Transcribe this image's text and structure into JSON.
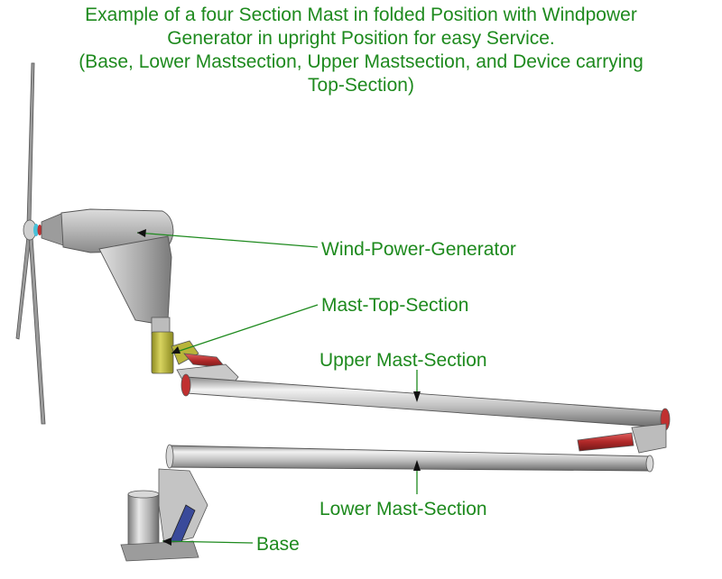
{
  "title": {
    "lines": [
      "Example of a four Section Mast in folded Position with Windpower",
      "Generator in upright Position for easy Service.",
      "(Base, Lower Mastsection, Upper Mastsection, and Device carrying",
      "Top-Section)"
    ]
  },
  "labels": {
    "generator": "Wind-Power-Generator",
    "top_section": "Mast-Top-Section",
    "upper_section": "Upper Mast-Section",
    "lower_section": "Lower Mast-Section",
    "base": "Base"
  },
  "colors": {
    "text": "#1e8a1e",
    "steel_light": "#e6e6e6",
    "steel_mid": "#b0b0b0",
    "steel_dark": "#6e6e6e",
    "hinge": "#b8b43a",
    "flange": "#c03030",
    "strut": "#3a4a9a"
  }
}
